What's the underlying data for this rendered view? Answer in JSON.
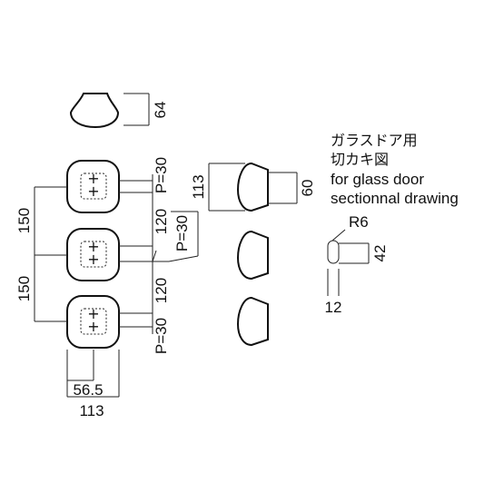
{
  "dimensions": {
    "top_handle_height": "64",
    "pitch_upper": "P=30",
    "pitch_mid": "P=30",
    "pitch_lower": "P=30",
    "spacing_upper": "120",
    "spacing_lower": "120",
    "vertical_upper": "150",
    "vertical_lower": "150",
    "half_width": "56.5",
    "width": "113",
    "side_height": "113",
    "side_depth": "60",
    "radius": "R6",
    "cutout_depth": "42",
    "cutout_width": "12"
  },
  "notes": {
    "line1": "ガラスドア用",
    "line2": "切カキ図",
    "line3": "for glass door",
    "line4": "sectionnal drawing"
  }
}
